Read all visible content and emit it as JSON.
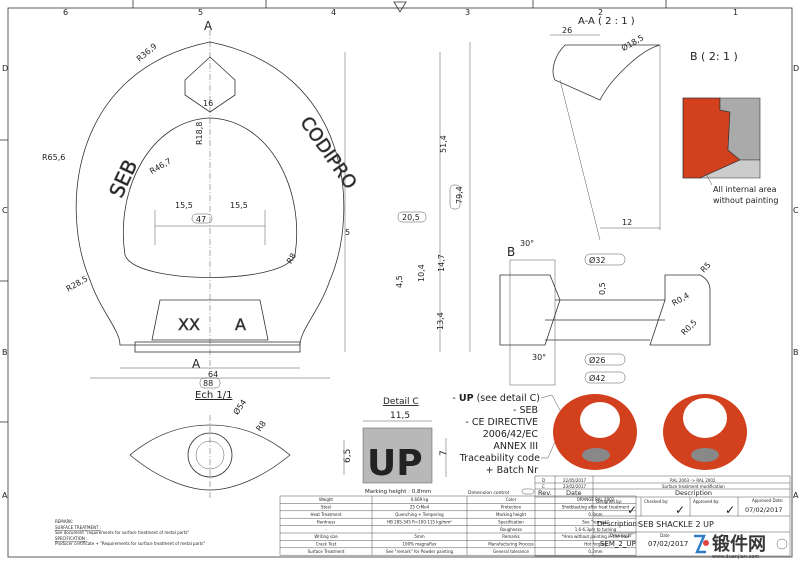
{
  "frame": {
    "columns": [
      "6",
      "5",
      "4",
      "3",
      "2",
      "1"
    ],
    "rows": [
      "D",
      "C",
      "B",
      "A"
    ]
  },
  "front_view": {
    "section_label": "A",
    "markings_left": "SEB",
    "markings_right": "CODIPRO",
    "markings_bottom_left": "XX",
    "markings_bottom_right": "A",
    "dims": {
      "r369": "R36,9",
      "w16": "16",
      "r188": "R18,8",
      "r656": "R65,6",
      "r467": "R46,7",
      "d155a": "15,5",
      "d155b": "15,5",
      "d47": "47",
      "d205": "20,5",
      "d5": "5",
      "r8": "R8",
      "d514": "51,4",
      "d794": "79,4",
      "d147": "14,7",
      "d104": "10,4",
      "d45": "4,5",
      "d134": "13,4",
      "r285": "R28,5",
      "d64": "64",
      "d88": "88"
    }
  },
  "section_view": {
    "title": "A-A ( 2 : 1 )",
    "d26": "26",
    "d185": "Ø18,5",
    "d12": "12"
  },
  "detail_b": {
    "title": "B ( 2: 1 )",
    "note_line1": "All internal area",
    "note_line2": "without painting"
  },
  "thread_section": {
    "label": "B",
    "a30top": "30°",
    "a30bottom": "30°",
    "d32": "Ø32",
    "d05": "0,5",
    "r5": "R5",
    "r04": "R0,4",
    "r05": "R0,5",
    "d26": "Ø26",
    "d42": "Ø42"
  },
  "ech_view": {
    "title": "Ech 1/1",
    "d54": "Ø54",
    "r8": "R8"
  },
  "detail_c": {
    "title": "Detail C",
    "width": "11,5",
    "height_left": "6,5",
    "height_right": "7",
    "logo": "UP",
    "marking_height": "Marking height : 0,8mm",
    "dimension_control": "Dimension control"
  },
  "marking_notes": {
    "up_bold": "UP",
    "up_rest": " (see detail C)",
    "line2": "- SEB",
    "line3": "- CE DIRECTIVE",
    "line4": "2006/42/EC",
    "line5": "ANNEX III",
    "line6": "Traceability code",
    "line7": "+ Batch Nr",
    "dash": "- "
  },
  "remarks": {
    "title": "REMARK:",
    "surface_title": "SURFACE TREATMENT :",
    "surface_text": "See document \"requirements for surface treatment of metal parts\"",
    "spec_title": "SPECIFICATION :",
    "spec_text": "Producer certificate + \"Requirements for surface treatment of metal parts\""
  },
  "spec_table": [
    [
      "Weight",
      "0,669 kg",
      "Color",
      "ORANGE RAL 2002"
    ],
    [
      "Steel",
      "25 CrMo4",
      "Protection",
      "Shotblasting after heat treatment"
    ],
    [
      "Heat Treatment",
      "Quenching + Tempering",
      "Marking height",
      "0,8mm"
    ],
    [
      "Hardness",
      "HB 285-345 R=100-115 kg/mm²",
      "Specification",
      "See \"remark\""
    ],
    [
      "-",
      "-",
      "Roughness",
      "1,6-6,3µm to turning"
    ],
    [
      "Writing size",
      "5mm",
      "Remarks",
      "*Area without painting in the hole"
    ],
    [
      "Crack Test",
      "100% magnaflux",
      "Manufacturing Process",
      "Hot forging"
    ],
    [
      "Surface Treatment",
      "See \"remark\" for Powder painting",
      "General tolerance",
      "0,2mm"
    ]
  ],
  "revisions": [
    {
      "rev": "D",
      "date": "22/05/2017",
      "desc": "RAL 2003 -> RAL 2002"
    },
    {
      "rev": "C",
      "date": "23/02/2017",
      "desc": "Surface treatment modification"
    }
  ],
  "title_block": {
    "rev_header": "Rev.",
    "date_header": "Date",
    "desc_header": "Description",
    "designed_by": "Designed by:",
    "checked_by": "Checked by:",
    "approved_by": "Approved by:",
    "approved_date_label": "Approved Date:",
    "approved_date": "07/02/2017",
    "description_label": "Description:",
    "description": "SEB SHACKLE 2 UP",
    "drawing_no_label": "Drawing N°",
    "drawing_no": "SEM_2_UP",
    "date_label": "Date",
    "date": "07/02/2017",
    "check_mark": "✓"
  },
  "watermark": {
    "text": "锻件网",
    "url": "www.duanjian.com"
  },
  "colors": {
    "paint": "#d2401e",
    "paint_dark": "#a82c12",
    "marking_gray": "#b8b8b8"
  }
}
